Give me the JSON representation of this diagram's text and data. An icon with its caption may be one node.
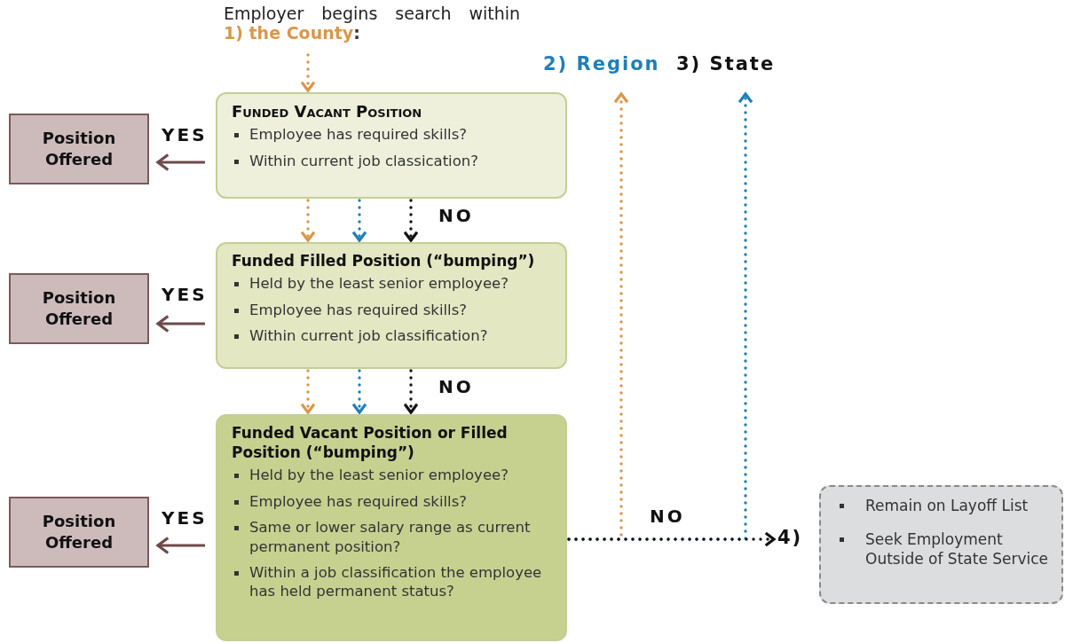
{
  "diagram": {
    "nodes": [
      {
        "text": [
          "Employer begins search within",
          "**1) the County**:"
        ]
      },
      {
        "text": [
          "2) Region"
        ]
      },
      {
        "text": [
          "3) State"
        ]
      },
      {
        "text": [
          "Funded Vacant Position",
          "Employee has required skills?",
          "Within current job classication?"
        ]
      },
      {
        "text": [
          "Position Offered"
        ]
      },
      {
        "text": [
          "Funded Filled Position (“bumping”)",
          "Held by the least senior employee?",
          "Employee has required skills?",
          "Within current job classification?"
        ]
      },
      {
        "text": [
          "Position Offered"
        ]
      },
      {
        "text": [
          "Funded Vacant Position or Filled Position (“bumping”)",
          "Held by the least senior employee?",
          "Employee has required skills?",
          "Same or lower salary range as current permanent position?",
          "Within a job classification the employee has held permanent status?"
        ]
      },
      {
        "text": [
          "Position Offered"
        ]
      },
      {
        "text": [
          "4)"
        ]
      },
      {
        "text": [
          "Remain on Layoff List",
          "Seek Employment Outside of State Service"
        ]
      }
    ],
    "edges": [
      {
        "from": 0,
        "to": 3,
        "arrow": "to",
        "style": "dashed",
        "color": "#d9974a"
      },
      {
        "from": 3,
        "to": 4,
        "arrow": "to",
        "label": "YES",
        "color": "#6e4a4a"
      },
      {
        "from": 3,
        "to": 5,
        "arrow": "to",
        "style": "dashed",
        "color": "#d9974a"
      },
      {
        "from": 3,
        "to": 5,
        "arrow": "to",
        "style": "dashed",
        "color": "#1f7fb8"
      },
      {
        "from": 3,
        "to": 5,
        "arrow": "to",
        "label": "NO",
        "style": "dashed",
        "color": "#111111"
      },
      {
        "from": 5,
        "to": 6,
        "arrow": "to",
        "label": "YES",
        "color": "#6e4a4a"
      },
      {
        "from": 5,
        "to": 7,
        "arrow": "to",
        "style": "dashed",
        "color": "#d9974a"
      },
      {
        "from": 5,
        "to": 7,
        "arrow": "to",
        "style": "dashed",
        "color": "#1f7fb8"
      },
      {
        "from": 5,
        "to": 7,
        "arrow": "to",
        "label": "NO",
        "style": "dashed",
        "color": "#111111"
      },
      {
        "from": 7,
        "to": 8,
        "arrow": "to",
        "label": "YES",
        "color": "#6e4a4a"
      },
      {
        "from": 7,
        "to": 1,
        "arrow": "to",
        "style": "dashed",
        "color": "#d9974a"
      },
      {
        "from": 7,
        "to": 2,
        "arrow": "to",
        "style": "dashed",
        "color": "#1f7fb8"
      },
      {
        "from": 7,
        "to": 9,
        "arrow": "to",
        "label": "NO",
        "style": "dashed",
        "color": "#111111"
      }
    ]
  }
}
